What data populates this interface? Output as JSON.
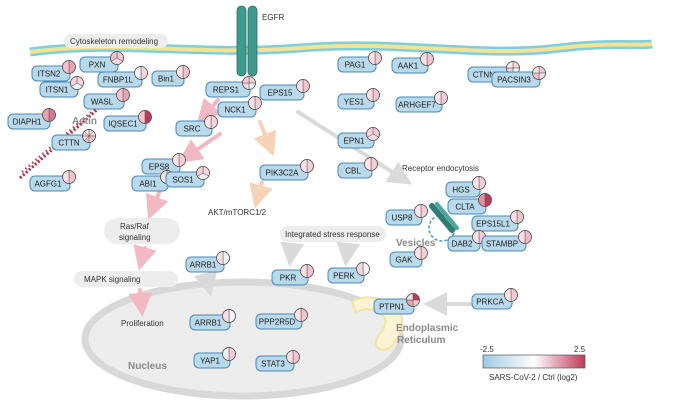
{
  "labels": {
    "egfr": "EGFR",
    "cytoskeleton": "Cytoskeleton remodeling",
    "actin": "Actin",
    "receptor_endocytosis": "Receptor endocytosis",
    "akt": "AKT/mTORC1/2",
    "ras_raf_1": "Ras/Raf",
    "ras_raf_2": "signaling",
    "mapk": "MAPK signaling",
    "proliferation": "Proliferation",
    "nucleus": "Nucleus",
    "isr": "Integrated stress response",
    "vesicles": "Vesicles",
    "er_1": "Endoplasmic",
    "er_2": "Reticulum"
  },
  "legend": {
    "min": "-2.5",
    "max": "2.5",
    "caption": "SARS-CoV-2 / Ctrl (log2)",
    "color_low": "#9ecae1",
    "color_mid": "#ffffff",
    "color_high": "#c0395a"
  },
  "nodes": [
    {
      "id": "pxn",
      "label": "PXN",
      "pie": {
        "n": 3,
        "colors": [
          "#f4c6d0",
          "#f8dde3",
          "#f2bcc8"
        ]
      }
    },
    {
      "id": "itsn2",
      "label": "ITSN2",
      "pie": {
        "n": 2,
        "colors": [
          "#e9a3b4",
          "#f3c3cd"
        ]
      }
    },
    {
      "id": "fnbp1l",
      "label": "FNBP1L",
      "pie": {
        "n": 2,
        "colors": [
          "#f6d3da",
          "#eef3f7"
        ]
      }
    },
    {
      "id": "bin1",
      "label": "Bin1",
      "pie": {
        "n": 2,
        "colors": [
          "#f3c2cd",
          "#f9e3e8"
        ]
      }
    },
    {
      "id": "itsn1",
      "label": "ITSN1",
      "pie": {
        "n": 3,
        "colors": [
          "#f7d8df",
          "#eef2f6",
          "#f6d4db"
        ]
      }
    },
    {
      "id": "wasl",
      "label": "WASL",
      "pie": {
        "n": 2,
        "colors": [
          "#e9a4b4",
          "#f3c4cf"
        ]
      }
    },
    {
      "id": "diaph1",
      "label": "DIAPH1",
      "pie": {
        "n": 2,
        "colors": [
          "#d87890",
          "#e8a0b1"
        ]
      }
    },
    {
      "id": "iqsec1",
      "label": "IQSEC1",
      "pie": {
        "n": 2,
        "colors": [
          "#c0395a",
          "#f3c3ce"
        ]
      }
    },
    {
      "id": "cttn",
      "label": "CTTN",
      "pie": {
        "n": 8,
        "colors": [
          "#f6d4db",
          "#f9e5ea",
          "#f3c5cf",
          "#f7dbe1",
          "#f2bfca",
          "#f9e7eb",
          "#f5ccd5",
          "#fae9ed"
        ]
      }
    },
    {
      "id": "agfg1",
      "label": "AGFG1",
      "pie": {
        "n": 2,
        "colors": [
          "#f3c3ce",
          "#f8dee4"
        ]
      }
    },
    {
      "id": "reps1",
      "label": "REPS1",
      "pie": {
        "n": 4,
        "colors": [
          "#f5cfd8",
          "#e6f0f6",
          "#f7d9e0",
          "#f4cbd4"
        ]
      }
    },
    {
      "id": "eps15",
      "label": "EPS15",
      "pie": {
        "n": 2,
        "colors": [
          "#f3c3ce",
          "#f8dfe5"
        ]
      }
    },
    {
      "id": "nck1",
      "label": "NCK1",
      "pie": {
        "n": 2,
        "colors": [
          "#f5cdd6",
          "#f9e2e7"
        ]
      }
    },
    {
      "id": "src",
      "label": "SRC",
      "pie": {
        "n": 2,
        "colors": [
          "#f6d2da",
          "#f9e4e9"
        ]
      }
    },
    {
      "id": "eps8",
      "label": "EPS8",
      "pie": {
        "n": 2,
        "colors": [
          "#f5ccd5",
          "#f9e3e8"
        ]
      }
    },
    {
      "id": "abi1",
      "label": "ABI1",
      "pie": {
        "n": 2,
        "colors": [
          "#f4c9d3",
          "#f8e0e6"
        ]
      }
    },
    {
      "id": "sos1",
      "label": "SOS1",
      "pie": {
        "n": 3,
        "colors": [
          "#f7d7de",
          "#f1f1f1",
          "#f5ced7"
        ]
      }
    },
    {
      "id": "pik3c2a",
      "label": "PIK3C2A",
      "pie": {
        "n": 2,
        "colors": [
          "#f5cfd8",
          "#f9e4e9"
        ]
      }
    },
    {
      "id": "pag1",
      "label": "PAG1",
      "pie": {
        "n": 2,
        "colors": [
          "#f4c8d2",
          "#f9e3e8"
        ]
      }
    },
    {
      "id": "aak1",
      "label": "AAK1",
      "pie": {
        "n": 2,
        "colors": [
          "#f3c4cf",
          "#f8dee4"
        ]
      }
    },
    {
      "id": "ctnnd1",
      "label": "CTNND1",
      "pie": {
        "n": 4,
        "colors": [
          "#f7d8df",
          "#f3f3f3",
          "#f5cfd8",
          "#f9e5ea"
        ]
      }
    },
    {
      "id": "pacsin3",
      "label": "PACSIN3",
      "pie": {
        "n": 4,
        "colors": [
          "#f4c9d2",
          "#f8dfe5",
          "#f2bfca",
          "#f8e0e6"
        ]
      }
    },
    {
      "id": "yes1",
      "label": "YES1",
      "pie": {
        "n": 2,
        "colors": [
          "#f3c4cf",
          "#f8dde3"
        ]
      }
    },
    {
      "id": "arhgef7",
      "label": "ARHGEF7",
      "pie": {
        "n": 2,
        "colors": [
          "#f5cdd6",
          "#f9e3e8"
        ]
      }
    },
    {
      "id": "epn1",
      "label": "EPN1",
      "pie": {
        "n": 3,
        "colors": [
          "#f4cad3",
          "#f8e0e6",
          "#f6d3da"
        ]
      }
    },
    {
      "id": "cbl",
      "label": "CBL",
      "pie": {
        "n": 2,
        "colors": [
          "#f5cdd6",
          "#f9e4e9"
        ]
      }
    },
    {
      "id": "hgs",
      "label": "HGS",
      "pie": {
        "n": 2,
        "colors": [
          "#f5cdd6",
          "#f9e3e8"
        ]
      }
    },
    {
      "id": "clta",
      "label": "CLTA",
      "pie": {
        "n": 2,
        "colors": [
          "#c0395a",
          "#e38ea3"
        ]
      }
    },
    {
      "id": "usp8",
      "label": "USP8",
      "pie": {
        "n": 2,
        "colors": [
          "#f5cdd6",
          "#f9e4e9"
        ]
      }
    },
    {
      "id": "eps15l1",
      "label": "EPS15L1",
      "pie": {
        "n": 2,
        "colors": [
          "#f3c3ce",
          "#f8dde3"
        ]
      }
    },
    {
      "id": "dab2",
      "label": "DAB2",
      "pie": {
        "n": 2,
        "colors": [
          "#f5ccd5",
          "#f9e2e7"
        ]
      }
    },
    {
      "id": "stambp",
      "label": "STAMBP",
      "pie": {
        "n": 2,
        "colors": [
          "#f1b9c6",
          "#f8dde3"
        ]
      }
    },
    {
      "id": "gak",
      "label": "GAK",
      "pie": {
        "n": 2,
        "colors": [
          "#f4cad3",
          "#f9e3e8"
        ]
      }
    },
    {
      "id": "arrb1_top",
      "label": "ARRB1",
      "pie": {
        "n": 2,
        "colors": [
          "#f3f3f3",
          "#f8dfe5"
        ]
      }
    },
    {
      "id": "pkr",
      "label": "PKR",
      "pie": {
        "n": 2,
        "colors": [
          "#f3c3ce",
          "#f8dee4"
        ]
      }
    },
    {
      "id": "perk",
      "label": "PERK",
      "pie": {
        "n": 2,
        "colors": [
          "#f3f3f3",
          "#f6d5dc"
        ]
      }
    },
    {
      "id": "ptpn1",
      "label": "PTPN1",
      "pie": {
        "n": 4,
        "colors": [
          "#c0395a",
          "#f3c3ce",
          "#e9a3b4",
          "#f8dee4"
        ]
      }
    },
    {
      "id": "prkca",
      "label": "PRKCA",
      "pie": {
        "n": 2,
        "colors": [
          "#f4c8d2",
          "#f9e3e8"
        ]
      }
    },
    {
      "id": "arrb1_nuc",
      "label": "ARRB1",
      "pie": {
        "n": 2,
        "colors": [
          "#eef2f6",
          "#f8dee4"
        ]
      }
    },
    {
      "id": "ppp2r5d",
      "label": "PPP2R5D",
      "pie": {
        "n": 2,
        "colors": [
          "#f3c3ce",
          "#f9e3e8"
        ]
      }
    },
    {
      "id": "yap1",
      "label": "YAP1",
      "pie": {
        "n": 2,
        "colors": [
          "#f5cdd6",
          "#eef2f6"
        ]
      }
    },
    {
      "id": "stat3",
      "label": "STAT3",
      "pie": {
        "n": 2,
        "colors": [
          "#f3c4cf",
          "#f8dfe5"
        ]
      }
    }
  ]
}
